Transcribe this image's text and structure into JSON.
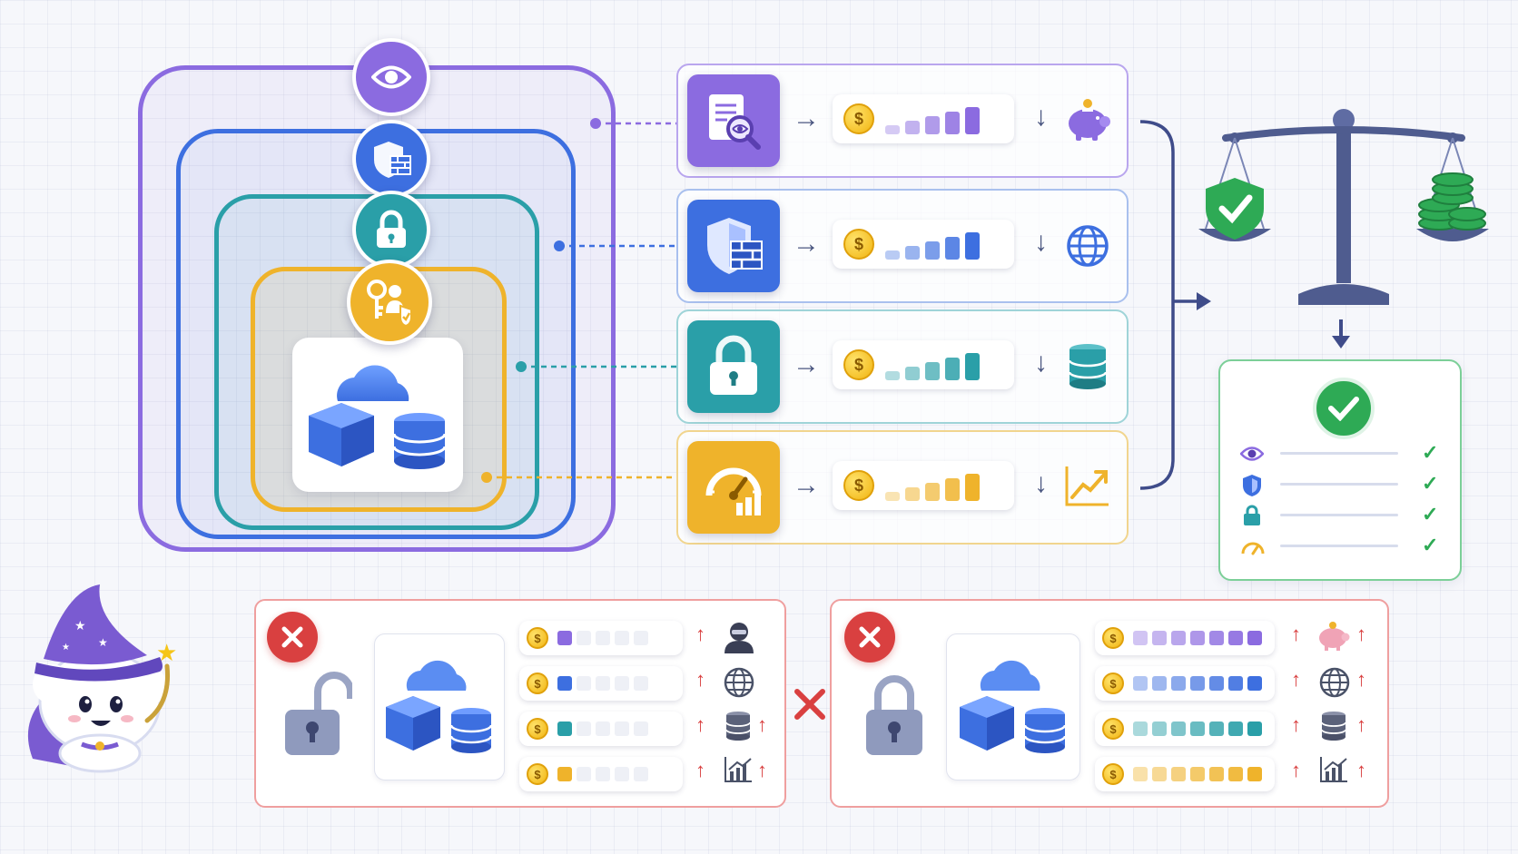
{
  "layers": [
    {
      "id": "visibility",
      "icon": "document-magnifier-icon",
      "color": "#8b6be0",
      "bar_levels": [
        1,
        2,
        3,
        4,
        5
      ],
      "result_icon": "piggy-bank-icon"
    },
    {
      "id": "firewall",
      "icon": "shield-firewall-icon",
      "color": "#3d6fe0",
      "bar_levels": [
        1,
        2,
        3,
        4,
        5
      ],
      "result_icon": "globe-icon"
    },
    {
      "id": "encryption",
      "icon": "padlock-icon",
      "color": "#2a9fa8",
      "bar_levels": [
        1,
        2,
        3,
        4,
        5
      ],
      "result_icon": "database-icon"
    },
    {
      "id": "access",
      "icon": "gauge-icon",
      "color": "#efb32b",
      "bar_levels": [
        1,
        2,
        3,
        4,
        5
      ],
      "result_icon": "trend-up-icon"
    }
  ],
  "panels": [
    {
      "id": "under-secured",
      "status": "rejected",
      "lock": "open-padlock-icon",
      "rows": [
        {
          "color": "#8b6be0",
          "filled": 1,
          "total": 5,
          "icon": "hacker-icon",
          "extra_up": false
        },
        {
          "color": "#3d6fe0",
          "filled": 1,
          "total": 5,
          "icon": "globe-icon",
          "extra_up": false
        },
        {
          "color": "#2a9fa8",
          "filled": 1,
          "total": 5,
          "icon": "database-icon",
          "extra_up": true
        },
        {
          "color": "#efb32b",
          "filled": 1,
          "total": 5,
          "icon": "trend-up-icon",
          "extra_up": true
        }
      ]
    },
    {
      "id": "over-secured",
      "status": "rejected",
      "lock": "closed-padlock-icon",
      "rows": [
        {
          "color": "#8b6be0",
          "filled": 7,
          "total": 7,
          "icon": "piggy-bank-icon",
          "extra_up": true
        },
        {
          "color": "#3d6fe0",
          "filled": 7,
          "total": 7,
          "icon": "globe-icon",
          "extra_up": true
        },
        {
          "color": "#2a9fa8",
          "filled": 7,
          "total": 7,
          "icon": "database-icon",
          "extra_up": true
        },
        {
          "color": "#efb32b",
          "filled": 7,
          "total": 7,
          "icon": "trend-up-icon",
          "extra_up": true
        }
      ]
    }
  ],
  "checklist": {
    "status": "approved",
    "items": [
      "eye-icon",
      "shield-icon",
      "padlock-icon",
      "gauge-icon"
    ]
  },
  "colors": {
    "visibility": "#8b6be0",
    "firewall": "#3d6fe0",
    "encryption": "#2a9fa8",
    "access": "#efb32b",
    "ok": "#2eaa55",
    "error": "#d94040",
    "connector": "#3f4c8a"
  }
}
